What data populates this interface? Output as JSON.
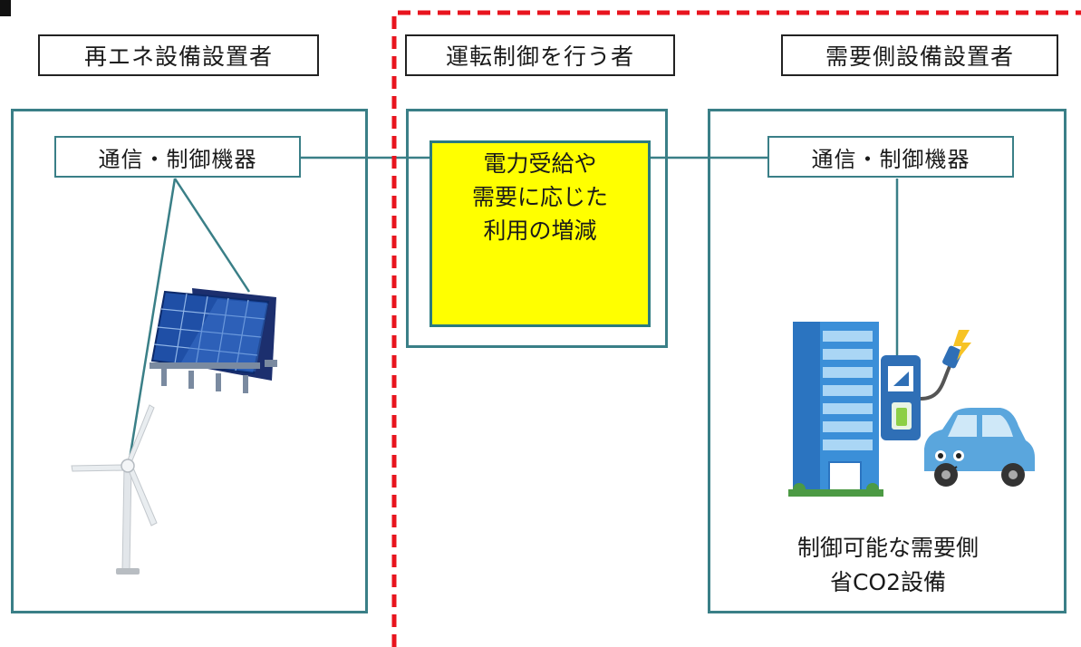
{
  "headers": {
    "left": "再エネ設備設置者",
    "center": "運転制御を行う者",
    "right": "需要側設備設置者"
  },
  "left_panel": {
    "device_label": "通信・制御機器"
  },
  "center_panel": {
    "lines": [
      "電力受給や",
      "需要に応じた",
      "利用の増減"
    ]
  },
  "right_panel": {
    "device_label": "通信・制御機器",
    "caption_lines": [
      "制御可能な需要側",
      "省CO2設備"
    ]
  },
  "colors": {
    "panel_border": "#3a7f87",
    "highlight": "#ffff00",
    "boundary": "#e8141e"
  }
}
